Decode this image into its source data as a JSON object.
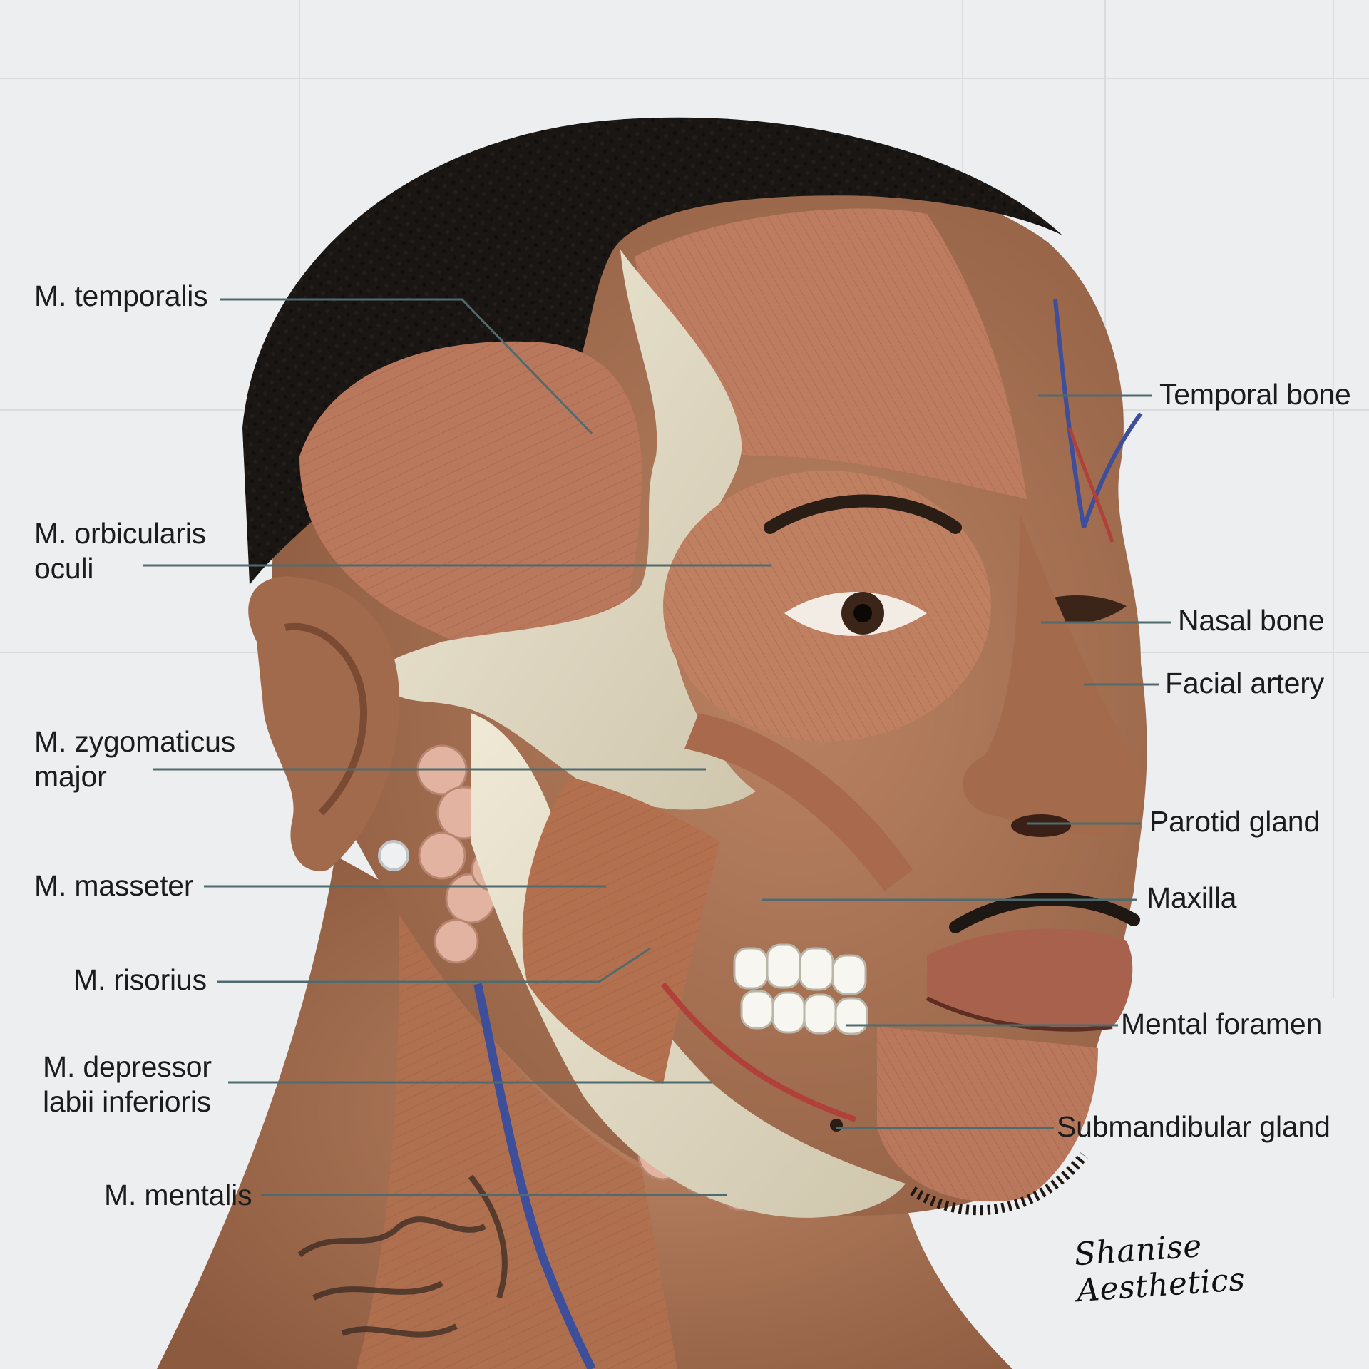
{
  "diagram": {
    "left_labels": [
      {
        "id": "temporalis",
        "lines": [
          "M. temporalis"
        ]
      },
      {
        "id": "orbicularis",
        "lines": [
          "M. orbicularis",
          "oculi"
        ]
      },
      {
        "id": "zygomaticus",
        "lines": [
          "M. zygomaticus",
          "major"
        ]
      },
      {
        "id": "masseter",
        "lines": [
          "M. masseter"
        ]
      },
      {
        "id": "risorius",
        "lines": [
          "M. risorius"
        ]
      },
      {
        "id": "depressor",
        "lines": [
          "M. depressor",
          "labii inferioris"
        ]
      },
      {
        "id": "mentalis",
        "lines": [
          "M. mentalis"
        ]
      }
    ],
    "right_labels": [
      {
        "id": "temporal-bone",
        "lines": [
          "Temporal bone"
        ]
      },
      {
        "id": "nasal-bone",
        "lines": [
          "Nasal bone"
        ]
      },
      {
        "id": "facial-artery",
        "lines": [
          "Facial artery"
        ]
      },
      {
        "id": "parotid-gland",
        "lines": [
          "Parotid gland"
        ]
      },
      {
        "id": "maxilla",
        "lines": [
          "Maxilla"
        ]
      },
      {
        "id": "mental-foramen",
        "lines": [
          "Mental foramen"
        ]
      },
      {
        "id": "submandibular-gland",
        "lines": [
          "Submandibular gland"
        ]
      }
    ],
    "signature": "Shanise Aesthetics",
    "colors": {
      "background": "#eceef0",
      "grid": "#d8dbe0",
      "leader": "#4f6b6e",
      "muscle": "#b9775c",
      "muscle_dark": "#8f5440",
      "bone": "#e3dcc6",
      "hair": "#1a1614",
      "skin": "#a8704f",
      "vein": "#3d4f9a",
      "artery": "#b0413a",
      "gland": "#e2b3a0"
    }
  }
}
